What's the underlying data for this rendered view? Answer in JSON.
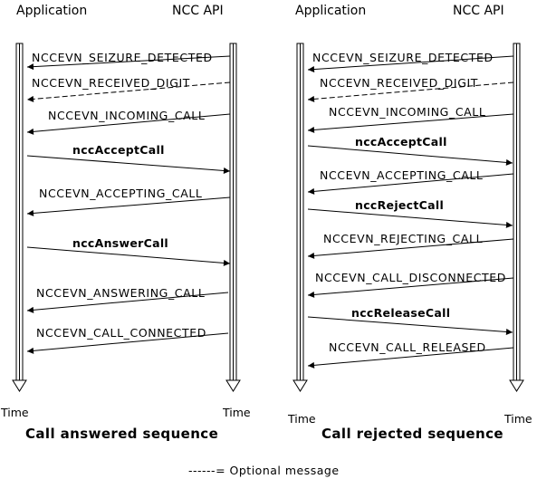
{
  "headers": {
    "left_application": "Application",
    "left_api": "NCC API",
    "right_application": "Application",
    "right_api": "NCC API"
  },
  "left_diagram": {
    "caption": "Call answered sequence",
    "time_left": "Time",
    "time_right": "Time",
    "messages": [
      {
        "label": "NCCEVN_SEIZURE_DETECTED",
        "direction": "to_app",
        "optional": false,
        "bold": false
      },
      {
        "label": "NCCEVN_RECEIVED_DIGIT",
        "direction": "to_app",
        "optional": true,
        "bold": false
      },
      {
        "label": "NCCEVN_INCOMING_CALL",
        "direction": "to_app",
        "optional": false,
        "bold": false
      },
      {
        "label": "nccAcceptCall",
        "direction": "to_api",
        "optional": false,
        "bold": true
      },
      {
        "label": "NCCEVN_ACCEPTING_CALL",
        "direction": "to_app",
        "optional": false,
        "bold": false
      },
      {
        "label": "nccAnswerCall",
        "direction": "to_api",
        "optional": false,
        "bold": true
      },
      {
        "label": "NCCEVN_ANSWERING_CALL",
        "direction": "to_app",
        "optional": false,
        "bold": false
      },
      {
        "label": "NCCEVN_CALL_CONNECTED",
        "direction": "to_app",
        "optional": false,
        "bold": false
      }
    ]
  },
  "right_diagram": {
    "caption": "Call rejected sequence",
    "time_left": "Time",
    "time_right": "Time",
    "messages": [
      {
        "label": "NCCEVN_SEIZURE_DETECTED",
        "direction": "to_app",
        "optional": false,
        "bold": false
      },
      {
        "label": "NCCEVN_RECEIVED_DIGIT",
        "direction": "to_app",
        "optional": true,
        "bold": false
      },
      {
        "label": "NCCEVN_INCOMING_CALL",
        "direction": "to_app",
        "optional": false,
        "bold": false
      },
      {
        "label": "nccAcceptCall",
        "direction": "to_api",
        "optional": false,
        "bold": true
      },
      {
        "label": "NCCEVN_ACCEPTING_CALL",
        "direction": "to_app",
        "optional": false,
        "bold": false
      },
      {
        "label": "nccRejectCall",
        "direction": "to_api",
        "optional": false,
        "bold": true
      },
      {
        "label": "NCCEVN_REJECTING_CALL",
        "direction": "to_app",
        "optional": false,
        "bold": false
      },
      {
        "label": "NCCEVN_CALL_DISCONNECTED",
        "direction": "to_app",
        "optional": false,
        "bold": false
      },
      {
        "label": "nccReleaseCall",
        "direction": "to_api",
        "optional": false,
        "bold": true
      },
      {
        "label": "NCCEVN_CALL_RELEASED",
        "direction": "to_app",
        "optional": false,
        "bold": false
      }
    ]
  },
  "legend": {
    "dashes": "------",
    "text": "= Optional message"
  }
}
